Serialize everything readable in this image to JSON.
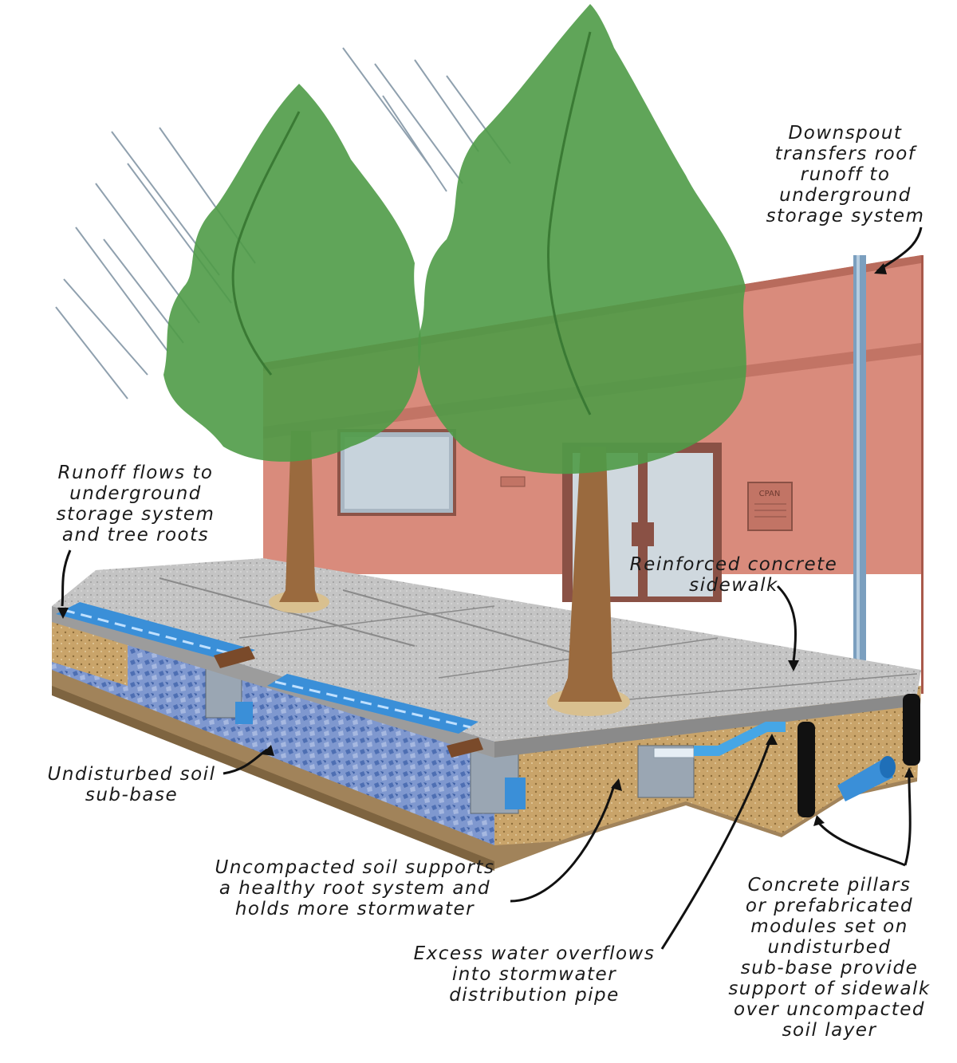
{
  "labels": {
    "downspout": [
      "Downspout",
      "transfers roof",
      "runoff to",
      "underground",
      "storage system"
    ],
    "runoff": [
      "Runoff flows to",
      "underground",
      "storage system",
      "and tree roots"
    ],
    "sidewalk": [
      "Reinforced concrete",
      "sidewalk"
    ],
    "undisturbed": [
      "Undisturbed soil",
      "sub-base"
    ],
    "uncompacted": [
      "Uncompacted soil supports",
      "a healthy root system and",
      "holds more stormwater"
    ],
    "overflow": [
      "Excess water overflows",
      "into stormwater",
      "distribution pipe"
    ],
    "pillars": [
      "Concrete pillars",
      "or prefabricated",
      "modules set on",
      "undisturbed",
      "sub-base provide",
      "support of sidewalk",
      "over uncompacted",
      "soil layer"
    ]
  },
  "building_sign": "CPAN",
  "colors": {
    "building": "#d98b7c",
    "building_shade": "#c27465",
    "concrete": "#bdbdbd",
    "water": "#3a8fd8",
    "aggregate": "#6f8fc8",
    "soil": "#b7955f",
    "tree_foliage": "#4f9b47",
    "trunk": "#9a6a3e",
    "pipe": "#7b9fbf",
    "pillar": "#111111"
  },
  "icons": [
    "rain-lines",
    "downspout-pipe",
    "tree",
    "overflow-pipe",
    "distribution-pipe",
    "concrete-pillar"
  ]
}
